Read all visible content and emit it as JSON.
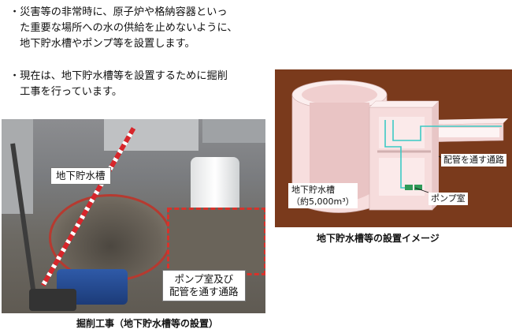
{
  "bullets": [
    {
      "lines": [
        "・災害等の非常時に、原子炉や格納容器といっ",
        "　た重要な場所への水の供給を止めないように、",
        "　地下貯水槽やポンプ等を設置します。"
      ]
    },
    {
      "lines": [
        "・現在は、地下貯水槽等を設置するために掘削",
        "　工事を行っています。"
      ]
    }
  ],
  "photo": {
    "label_tank": "地下貯水槽",
    "label_pump_lines": [
      "ポンプ室及び",
      "配管を通す通路"
    ],
    "caption": "掘削工事（地下貯水槽等の設置）"
  },
  "diagram": {
    "label_tank_lines": [
      "地下貯水槽",
      "（約5,000m³）"
    ],
    "label_pipe": "配管を通す通路",
    "label_pump": "ポンプ室",
    "caption": "地下貯水槽等の設置イメージ"
  },
  "colors": {
    "soil": "#7a3a1c",
    "structure": "#f6dede",
    "pipe": "#3cc9c4",
    "pump": "#2f9a58",
    "fence": "#d8322b"
  }
}
